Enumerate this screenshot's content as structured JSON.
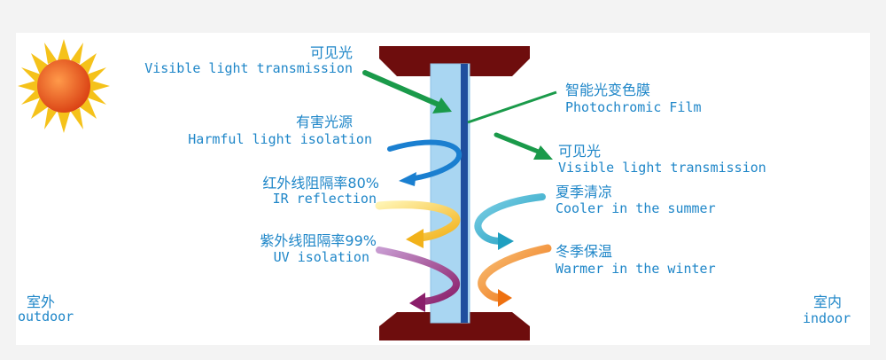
{
  "labels": {
    "visible_in": {
      "zh": "可见光",
      "en": "Visible light transmission"
    },
    "harmful": {
      "zh": "有害光源",
      "en": "Harmful light isolation"
    },
    "ir": {
      "zh": "红外线阻隔率80%",
      "en": "IR reflection"
    },
    "uv": {
      "zh": "紫外线阻隔率99%",
      "en": "UV isolation"
    },
    "film": {
      "zh": "智能光变色膜",
      "en": "Photochromic Film"
    },
    "visible_out": {
      "zh": "可见光",
      "en": "Visible light transmission"
    },
    "summer": {
      "zh": "夏季清凉",
      "en": "Cooler in the summer"
    },
    "winter": {
      "zh": "冬季保温",
      "en": "Warmer in the winter"
    },
    "outdoor": {
      "zh": "室外",
      "en": "outdoor"
    },
    "indoor": {
      "zh": "室内",
      "en": "indoor"
    }
  },
  "colors": {
    "text": "#1e86c8",
    "frame": "#6e0d0d",
    "glass": "#a9d6f2",
    "film_line": "#1f4e9e",
    "green_arrow": "#1a9a4a",
    "blue_arrow": "#1a7fd0",
    "yellow_arrow": "#f2c21a",
    "purple_arrow": "#a0287a",
    "teal_arrow": "#2aa6c8",
    "orange_arrow": "#f08a1a",
    "sun": "#e8501a",
    "sun_rays": "#f5c21a"
  },
  "icons": {
    "sun": "sun-icon"
  }
}
